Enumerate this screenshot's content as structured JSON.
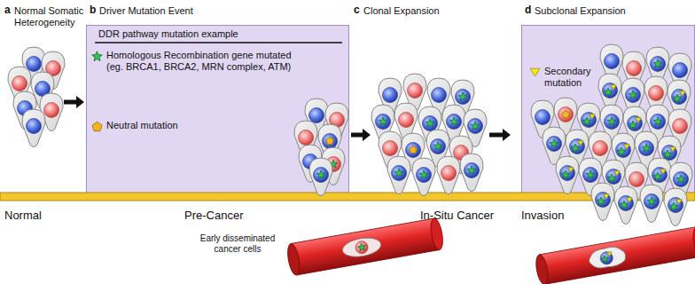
{
  "diagram": {
    "nodes": [
      {
        "text": [
          "b",
          "Driver Mutation Event",
          "DDR pathway mutation example"
        ]
      },
      {
        "text": [
          "d",
          "Subclonal Expansion"
        ]
      }
    ],
    "labels": [
      "a",
      "Normal Somatic Heterogeneity",
      "c",
      "Clonal Expansion",
      "Normal",
      "Pre-Cancer",
      "In-Situ Cancer",
      "Invasion",
      "Early disseminated cancer cells"
    ],
    "legend": [
      {
        "text": "Homologous Recombination gene mutated (eg. BRCA1, BRCA2, MRN complex, ATM)"
      },
      {
        "text": "Neutral mutation"
      },
      {
        "text": "Secondary mutation"
      }
    ]
  }
}
